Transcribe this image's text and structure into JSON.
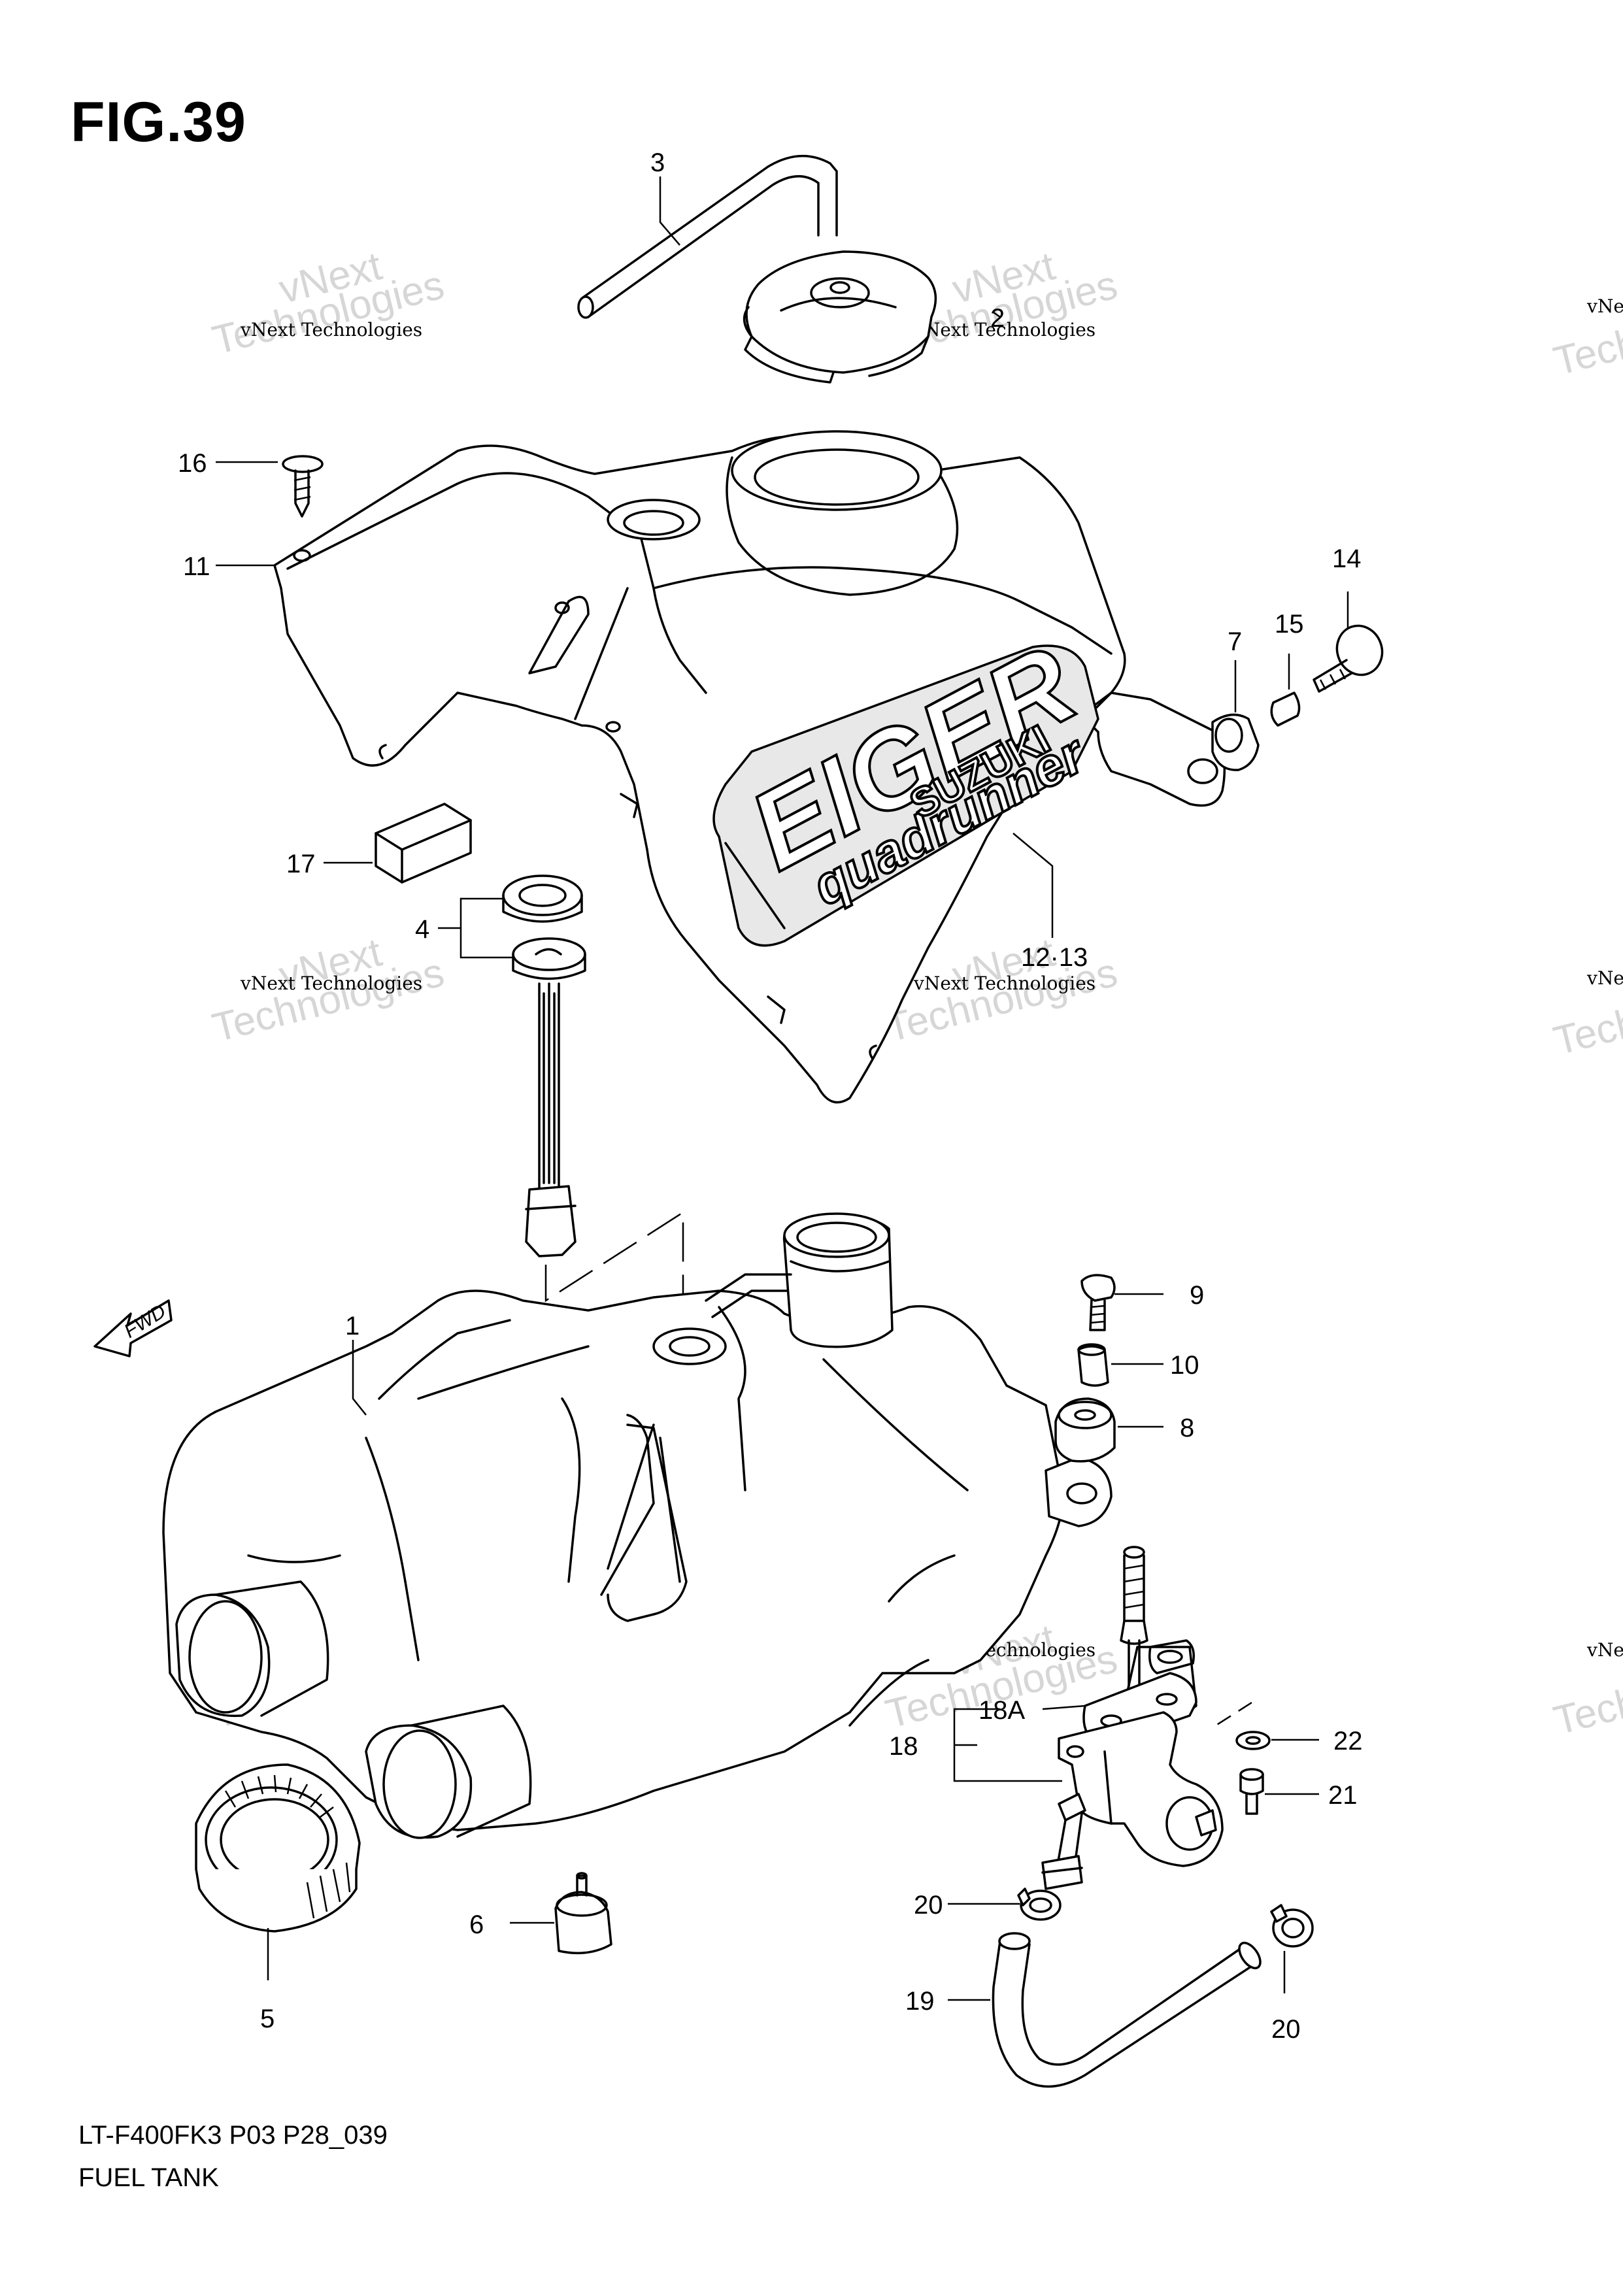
{
  "figure": {
    "title": "FIG.39",
    "model_code": "LT-F400FK3 P03 P28_039",
    "name": "FUEL TANK"
  },
  "direction_marker": "FWD",
  "tank_cover_logo": {
    "main": "EIGER",
    "sub": "quadrunner",
    "brand": "SUZUKI"
  },
  "watermark": {
    "line1": "vNext Technologies",
    "line2": "vNext",
    "line3": "Technologies"
  },
  "callouts": [
    {
      "id": "c1",
      "label": "1"
    },
    {
      "id": "c2",
      "label": "2"
    },
    {
      "id": "c3",
      "label": "3"
    },
    {
      "id": "c4",
      "label": "4"
    },
    {
      "id": "c5",
      "label": "5"
    },
    {
      "id": "c6",
      "label": "6"
    },
    {
      "id": "c7",
      "label": "7"
    },
    {
      "id": "c8",
      "label": "8"
    },
    {
      "id": "c9",
      "label": "9"
    },
    {
      "id": "c10",
      "label": "10"
    },
    {
      "id": "c11",
      "label": "11"
    },
    {
      "id": "c12",
      "label": "12·13"
    },
    {
      "id": "c14",
      "label": "14"
    },
    {
      "id": "c15",
      "label": "15"
    },
    {
      "id": "c16",
      "label": "16"
    },
    {
      "id": "c17",
      "label": "17"
    },
    {
      "id": "c18",
      "label": "18"
    },
    {
      "id": "c18a",
      "label": "18A"
    },
    {
      "id": "c19",
      "label": "19"
    },
    {
      "id": "c20a",
      "label": "20"
    },
    {
      "id": "c20b",
      "label": "20"
    },
    {
      "id": "c21",
      "label": "21"
    },
    {
      "id": "c22",
      "label": "22"
    }
  ]
}
